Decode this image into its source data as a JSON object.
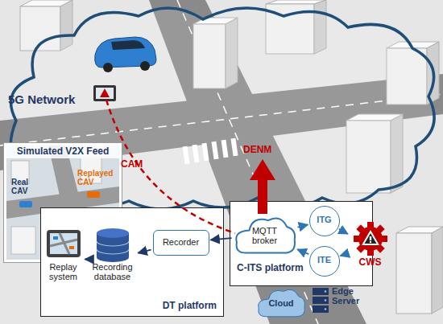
{
  "diagram": {
    "nodes": [
      {
        "text": [
          "Simulated V2X Feed"
        ]
      },
      {
        "text": [
          "DT platform"
        ]
      },
      {
        "text": [
          "Replay system"
        ],
        "in": 1
      },
      {
        "text": [
          "Recording database"
        ],
        "in": 1
      },
      {
        "text": [
          "Recorder"
        ],
        "in": 1
      },
      {
        "text": [
          "C-ITS platform"
        ]
      },
      {
        "text": [
          "MQTT broker"
        ],
        "in": 5
      },
      {
        "text": [
          "ITG"
        ],
        "in": 5
      },
      {
        "text": [
          "ITE"
        ],
        "in": 5
      },
      {
        "text": [
          "CWS"
        ],
        "in": 5
      },
      {
        "text": [
          "Cloud"
        ]
      }
    ],
    "edges": [
      {
        "from": 6,
        "to": 4,
        "arrow": "to"
      },
      {
        "from": 4,
        "to": 3,
        "arrow": "to"
      },
      {
        "from": 3,
        "to": 2,
        "arrow": "to"
      },
      {
        "from": 6,
        "to": 7,
        "arrow": "to"
      },
      {
        "from": 7,
        "to": 9,
        "arrow": "to"
      },
      {
        "from": 9,
        "to": 8,
        "arrow": "to"
      },
      {
        "from": 8,
        "to": 6,
        "arrow": "to"
      }
    ],
    "labels": [
      "5G Network",
      "CAM",
      "DENM",
      "Real CAV",
      "Replayed CAV",
      "Edge Server"
    ]
  }
}
